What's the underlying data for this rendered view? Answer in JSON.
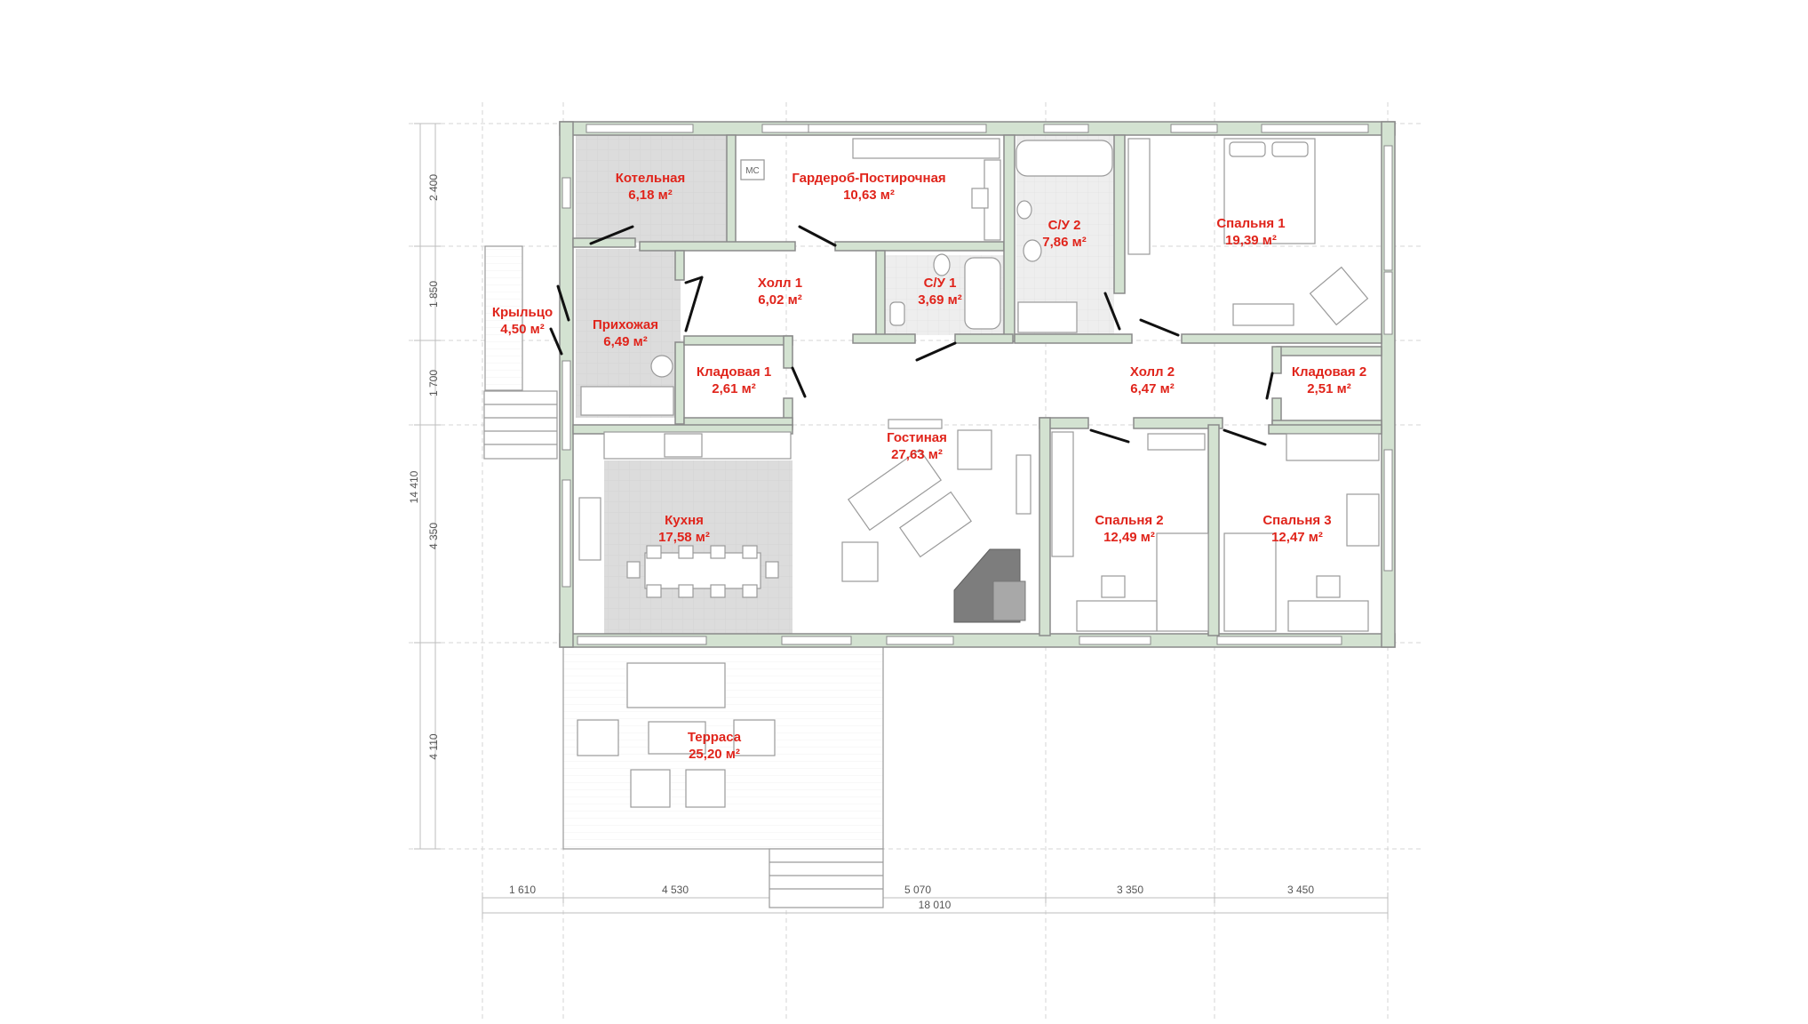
{
  "colors": {
    "wall_fill": "#d3e2d1",
    "wall_stroke": "#8a8a8a",
    "tile_floor": "#dcdcdc",
    "room_label": "#e0241b",
    "door_swing": "#111111",
    "dim_line": "#c8c8c8",
    "furniture_stroke": "#9a9a9a",
    "fireplace": "#7d7d7d"
  },
  "rooms": [
    {
      "id": "boiler",
      "name": "Котельная",
      "area": "6,18 м²"
    },
    {
      "id": "wardrobe",
      "name": "Гардероб-Постирочная",
      "area": "10,63 м²"
    },
    {
      "id": "bath2",
      "name": "С/У 2",
      "area": "7,86 м²"
    },
    {
      "id": "bedroom1",
      "name": "Спальня 1",
      "area": "19,39 м²"
    },
    {
      "id": "hall1",
      "name": "Холл 1",
      "area": "6,02 м²"
    },
    {
      "id": "bath1",
      "name": "С/У 1",
      "area": "3,69 м²"
    },
    {
      "id": "porch",
      "name": "Крыльцо",
      "area": "4,50 м²"
    },
    {
      "id": "entry",
      "name": "Прихожая",
      "area": "6,49 м²"
    },
    {
      "id": "storage1",
      "name": "Кладовая 1",
      "area": "2,61 м²"
    },
    {
      "id": "hall2",
      "name": "Холл 2",
      "area": "6,47 м²"
    },
    {
      "id": "storage2",
      "name": "Кладовая 2",
      "area": "2,51 м²"
    },
    {
      "id": "living",
      "name": "Гостиная",
      "area": "27,63 м²"
    },
    {
      "id": "kitchen",
      "name": "Кухня",
      "area": "17,58 м²"
    },
    {
      "id": "bedroom2",
      "name": "Спальня 2",
      "area": "12,49 м²"
    },
    {
      "id": "bedroom3",
      "name": "Спальня 3",
      "area": "12,47 м²"
    },
    {
      "id": "terrace",
      "name": "Терраса",
      "area": "25,20 м²"
    }
  ],
  "dimensions": {
    "bottom_segments": [
      "1 610",
      "4 530",
      "5 070",
      "3 350",
      "3 450"
    ],
    "bottom_total": "18 010",
    "left_segments": [
      "2 400",
      "1 850",
      "1 700",
      "4 350",
      "4 110"
    ],
    "left_total": "14 410"
  },
  "fixtures": {
    "boiler_tag": "МС"
  }
}
